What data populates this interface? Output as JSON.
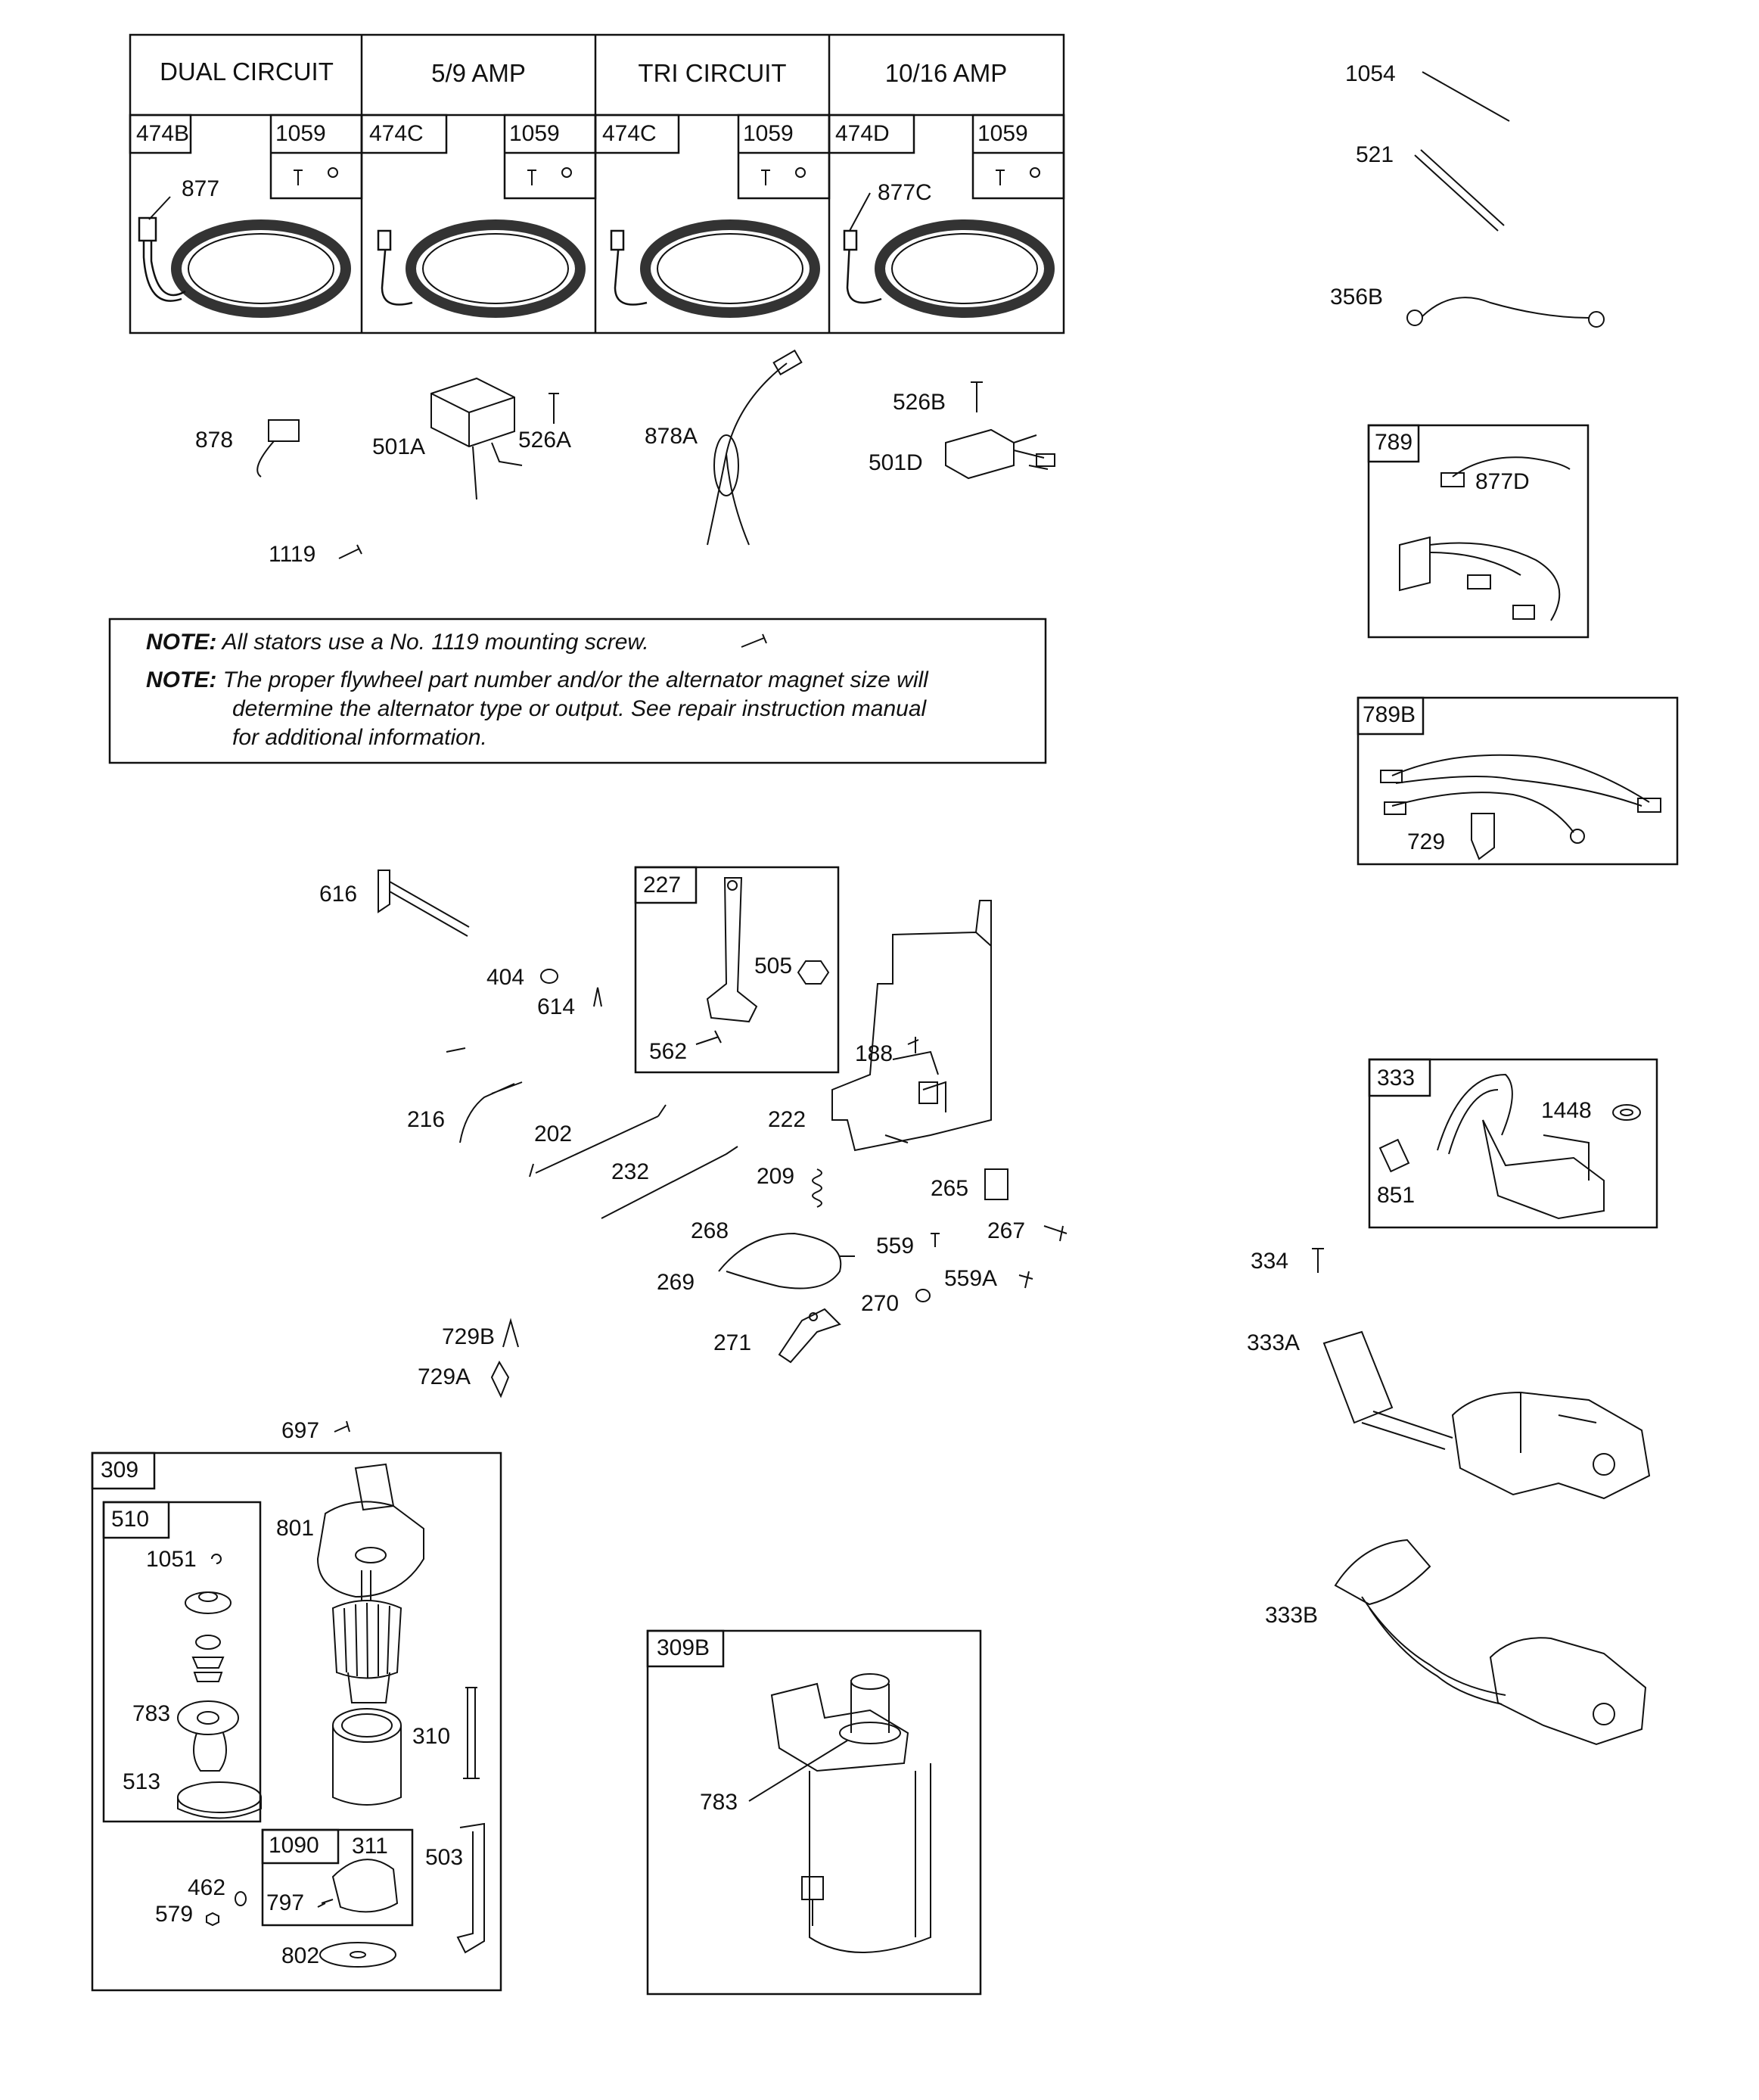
{
  "stator_table": {
    "headers": [
      "DUAL CIRCUIT",
      "5/9 AMP",
      "TRI CIRCUIT",
      "10/16 AMP"
    ],
    "stators": [
      "474B",
      "474C",
      "474C",
      "474D"
    ],
    "screw_ref": "1059",
    "lead_labels": [
      "877",
      "877C"
    ]
  },
  "parts_row": [
    "878",
    "501A",
    "526A",
    "878A",
    "526B",
    "501D",
    "1119"
  ],
  "notes": {
    "note1_label": "NOTE:",
    "note1_text": "All stators use a No. 1119 mounting screw.",
    "note2_label": "NOTE:",
    "note2_line1": "The proper flywheel part number and/or the alternator magnet size will",
    "note2_line2": "determine the alternator type or output. See repair instruction manual",
    "note2_line3": "for additional information."
  },
  "right_column": {
    "parts": [
      "1054",
      "521",
      "356B"
    ],
    "box_789": {
      "title": "789",
      "part": "877D"
    },
    "box_789b": {
      "title": "789B",
      "part": "729"
    },
    "box_333": {
      "title": "333",
      "parts": [
        "1448",
        "851"
      ]
    },
    "loose": [
      "334",
      "333A",
      "333B"
    ]
  },
  "governor": {
    "box_227": {
      "title": "227",
      "parts": [
        "505",
        "562"
      ]
    },
    "parts": [
      "616",
      "404",
      "614",
      "188",
      "216",
      "202",
      "222",
      "232",
      "209",
      "265",
      "268",
      "559",
      "267",
      "269",
      "270",
      "559A",
      "271",
      "729B",
      "729A",
      "697"
    ]
  },
  "starter_309": {
    "title": "309",
    "box_510": {
      "title": "510",
      "parts": [
        "1051",
        "783",
        "513"
      ]
    },
    "box_1090": {
      "title": "1090",
      "parts": [
        "311",
        "797"
      ]
    },
    "parts": [
      "801",
      "310",
      "503",
      "462",
      "579",
      "802"
    ]
  },
  "starter_309b": {
    "title": "309B",
    "part": "783"
  }
}
